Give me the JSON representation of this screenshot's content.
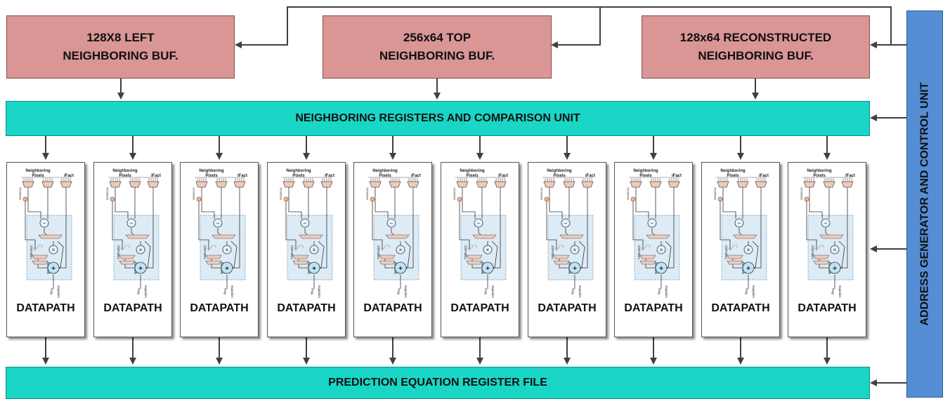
{
  "buffers": {
    "left": {
      "line1": "128X8 LEFT",
      "line2": "NEIGHBORING BUF."
    },
    "top": {
      "line1": "256x64 TOP",
      "line2": "NEIGHBORING BUF."
    },
    "reconstructed": {
      "line1": "128x64 RECONSTRUCTED",
      "line2": "NEIGHBORING BUF."
    }
  },
  "neighboring_unit": "NEIGHBORING REGISTERS AND COMPARISON UNIT",
  "register_file": "PREDICTION EQUATION REGISTER FILE",
  "control_unit": "ADDRESS GENERATOR AND CONTROL UNIT",
  "datapath": {
    "label": "DATAPATH",
    "count": 10,
    "detail": {
      "neighboring_pixels": "Neighboring\nPixels",
      "ifact": "iFact",
      "dsp": "DSP48E1",
      "reg": "Reg.",
      "equation": "Equation",
      "constant": "0000011X"
    }
  },
  "colors": {
    "buffer": "#d99694",
    "teal_unit": "#1ad6c6",
    "control": "#558ed5",
    "arrow": "#404040"
  }
}
